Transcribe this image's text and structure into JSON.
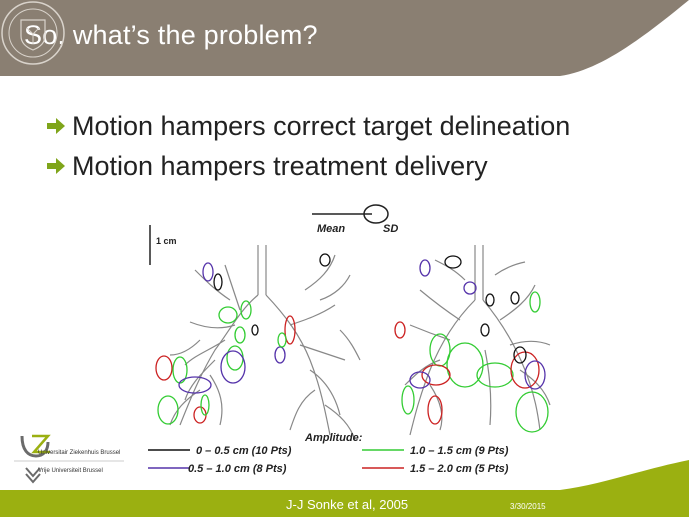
{
  "slide": {
    "title": "So, what’s the problem?",
    "bullets": [
      "Motion hampers correct target delineation",
      "Motion hampers treatment delivery"
    ]
  },
  "figure": {
    "scale_label": "1 cm",
    "mean_label": "Mean",
    "sd_label": "SD",
    "amplitude_label": "Amplitude:",
    "legend": [
      {
        "label": "0 – 0.5 cm (10 Pts)",
        "color": "#111111"
      },
      {
        "label": "1.0 – 1.5 cm (9 Pts)",
        "color": "#33cc33"
      },
      {
        "label": "0.5 – 1.0 cm (8 Pts)",
        "color": "#5533aa"
      },
      {
        "label": "1.5 – 2.0 cm (5 Pts)",
        "color": "#cc2222"
      }
    ]
  },
  "logo": {
    "line1": "Universitair Ziekenhuis Brussel",
    "line2": "Vrije Universiteit Brussel"
  },
  "footer": {
    "credit": "J-J Sonke et al, 2005",
    "date": "3/30/2015"
  },
  "colors": {
    "header": "#8a7f72",
    "accent_green": "#9bb011",
    "arrow_green": "#7fa51a"
  }
}
